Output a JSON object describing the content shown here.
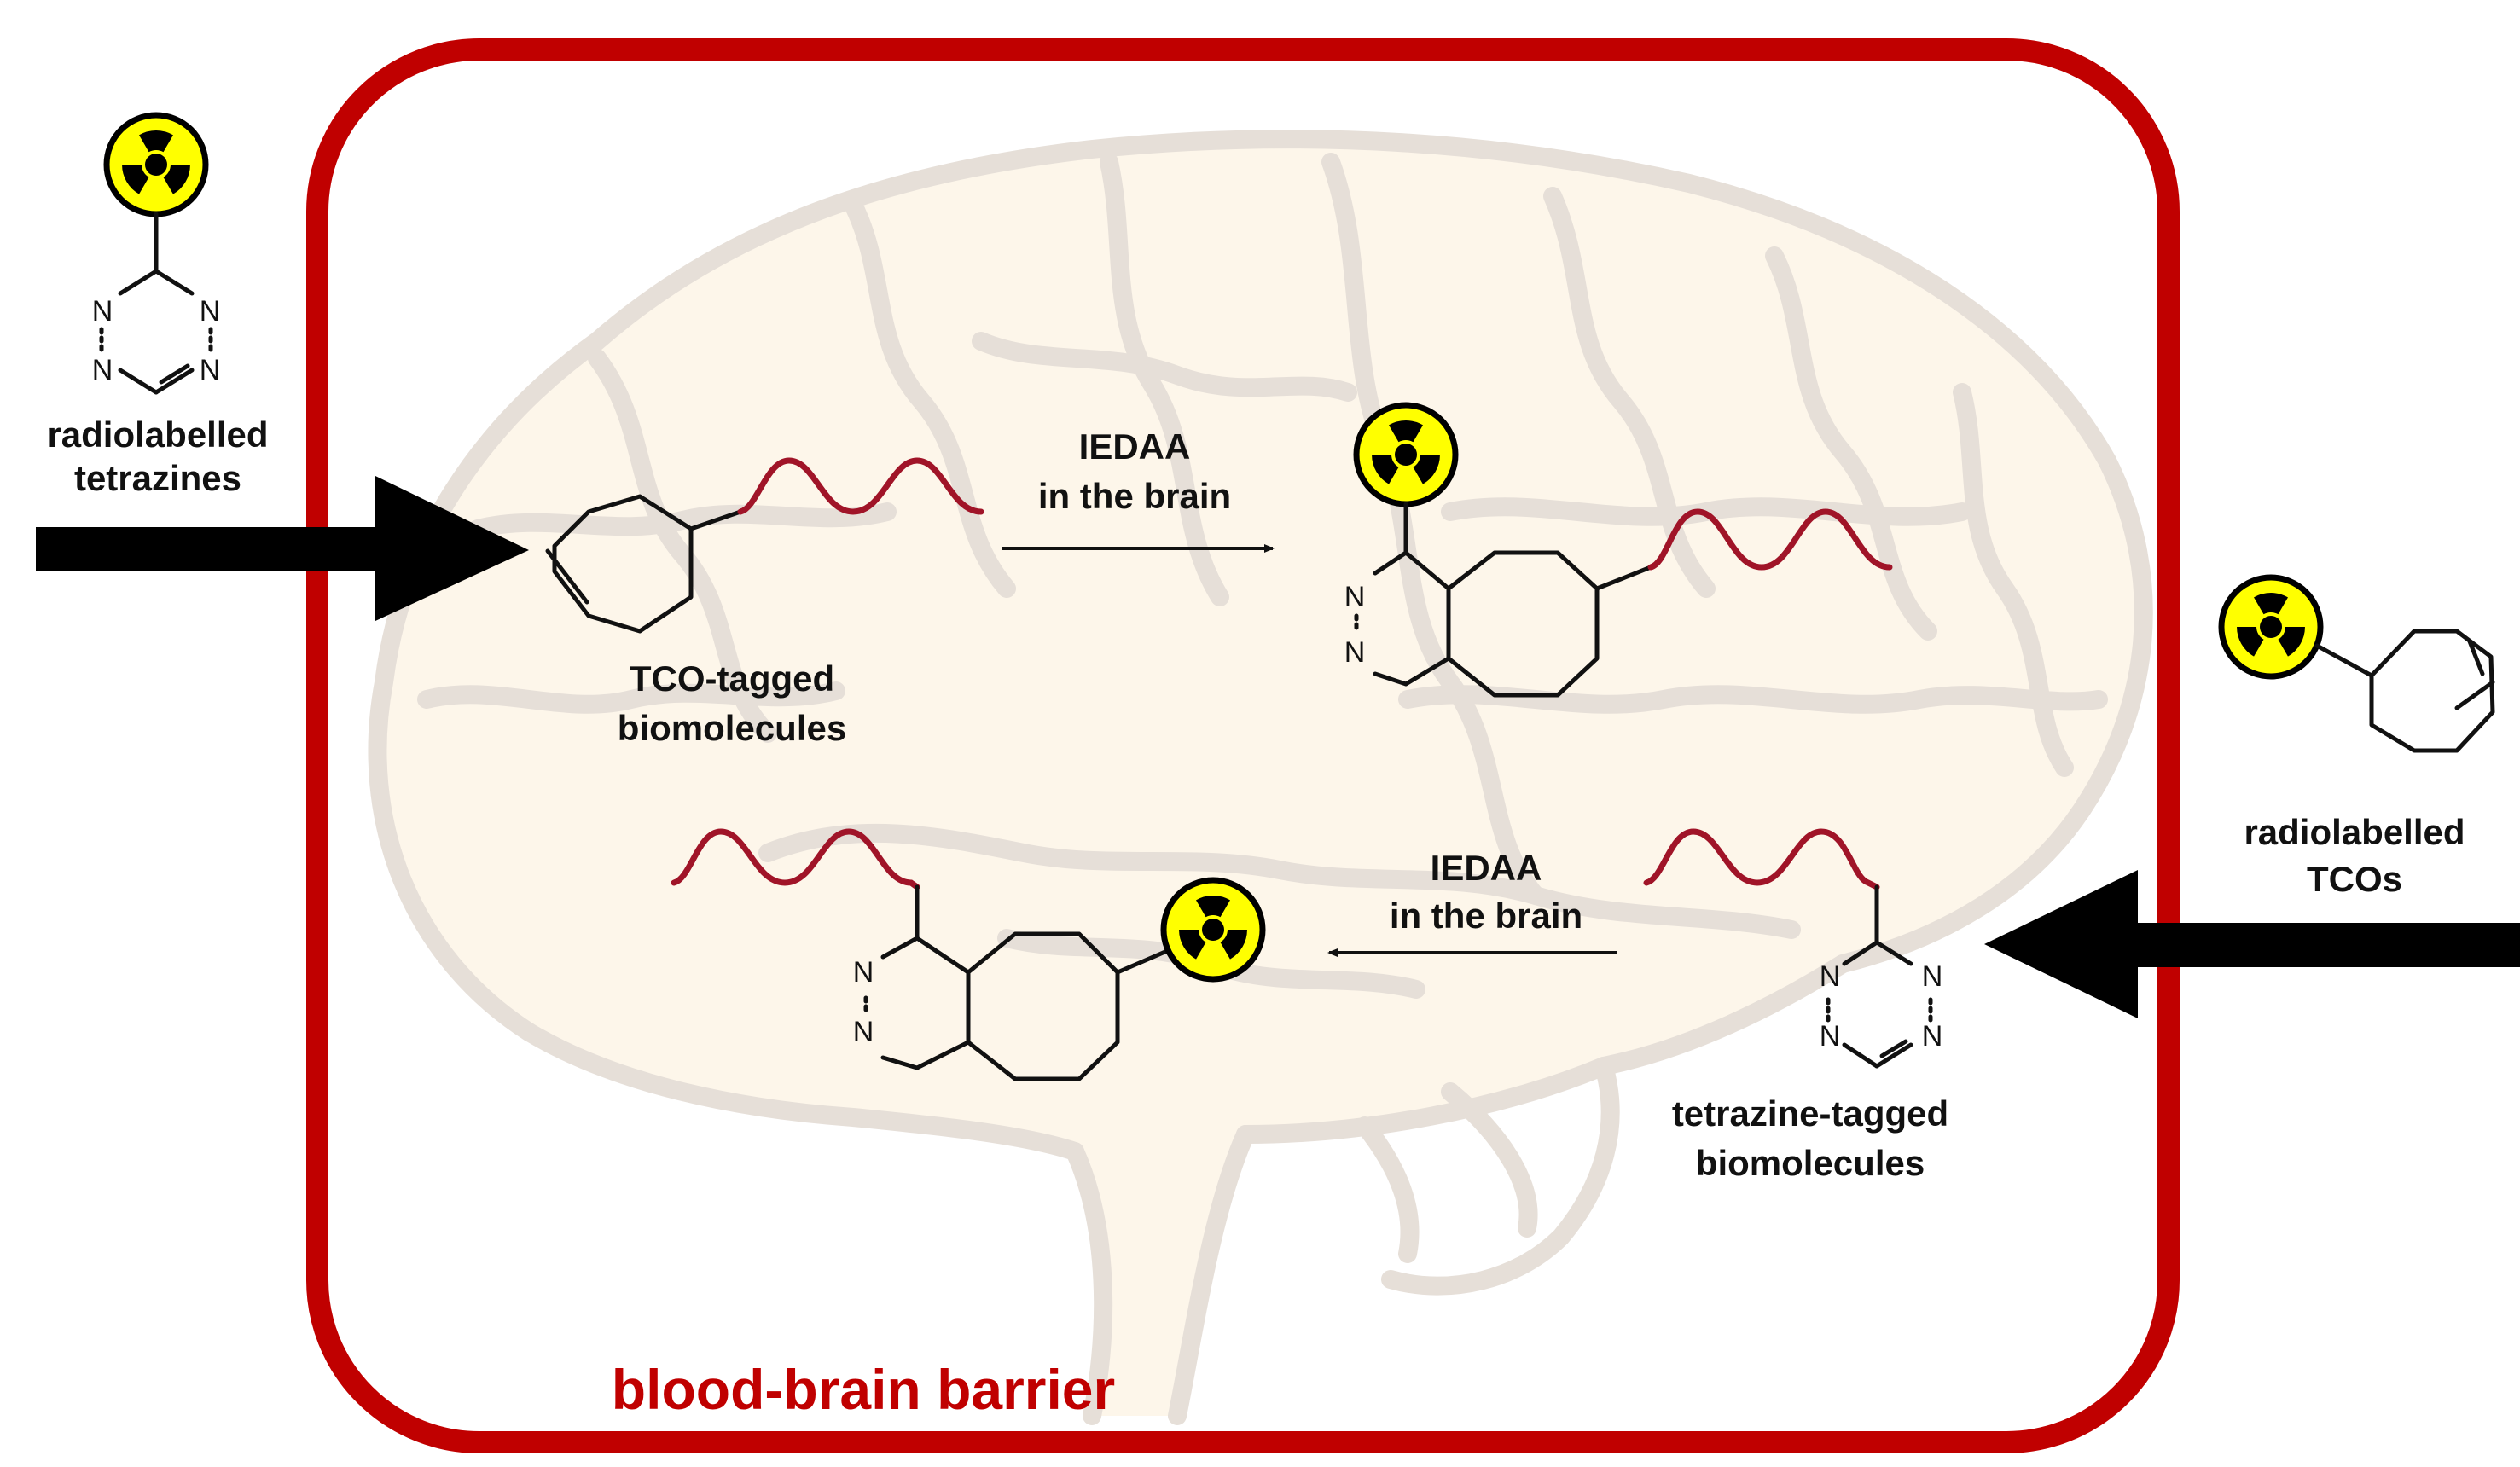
{
  "barrier": {
    "label": "blood-brain barrier",
    "color": "#c00000"
  },
  "inputs": {
    "left": {
      "label_line1": "radiolabelled",
      "label_line2": "tetrazines"
    },
    "right": {
      "label_line1": "radiolabelled",
      "label_line2": "TCOs"
    }
  },
  "reactions": {
    "top": {
      "label_line1": "IEDAA",
      "label_line2": "in the brain"
    },
    "bottom": {
      "label_line1": "IEDAA",
      "label_line2": "in the brain"
    }
  },
  "biomolecules": {
    "tco": {
      "label_line1": "TCO-tagged",
      "label_line2": "biomolecules"
    },
    "tetrazine": {
      "label_line1": "tetrazine-tagged",
      "label_line2": "biomolecules"
    }
  },
  "atoms": {
    "nitrogen": "N"
  },
  "icons": {
    "radioactive": "radiation-trefoil-icon",
    "brain": "brain-icon",
    "arrow": "arrow-icon"
  },
  "colors": {
    "biomolecule_wave": "#a01428",
    "radiation_yellow": "#ffff00",
    "arrow": "#000000"
  }
}
